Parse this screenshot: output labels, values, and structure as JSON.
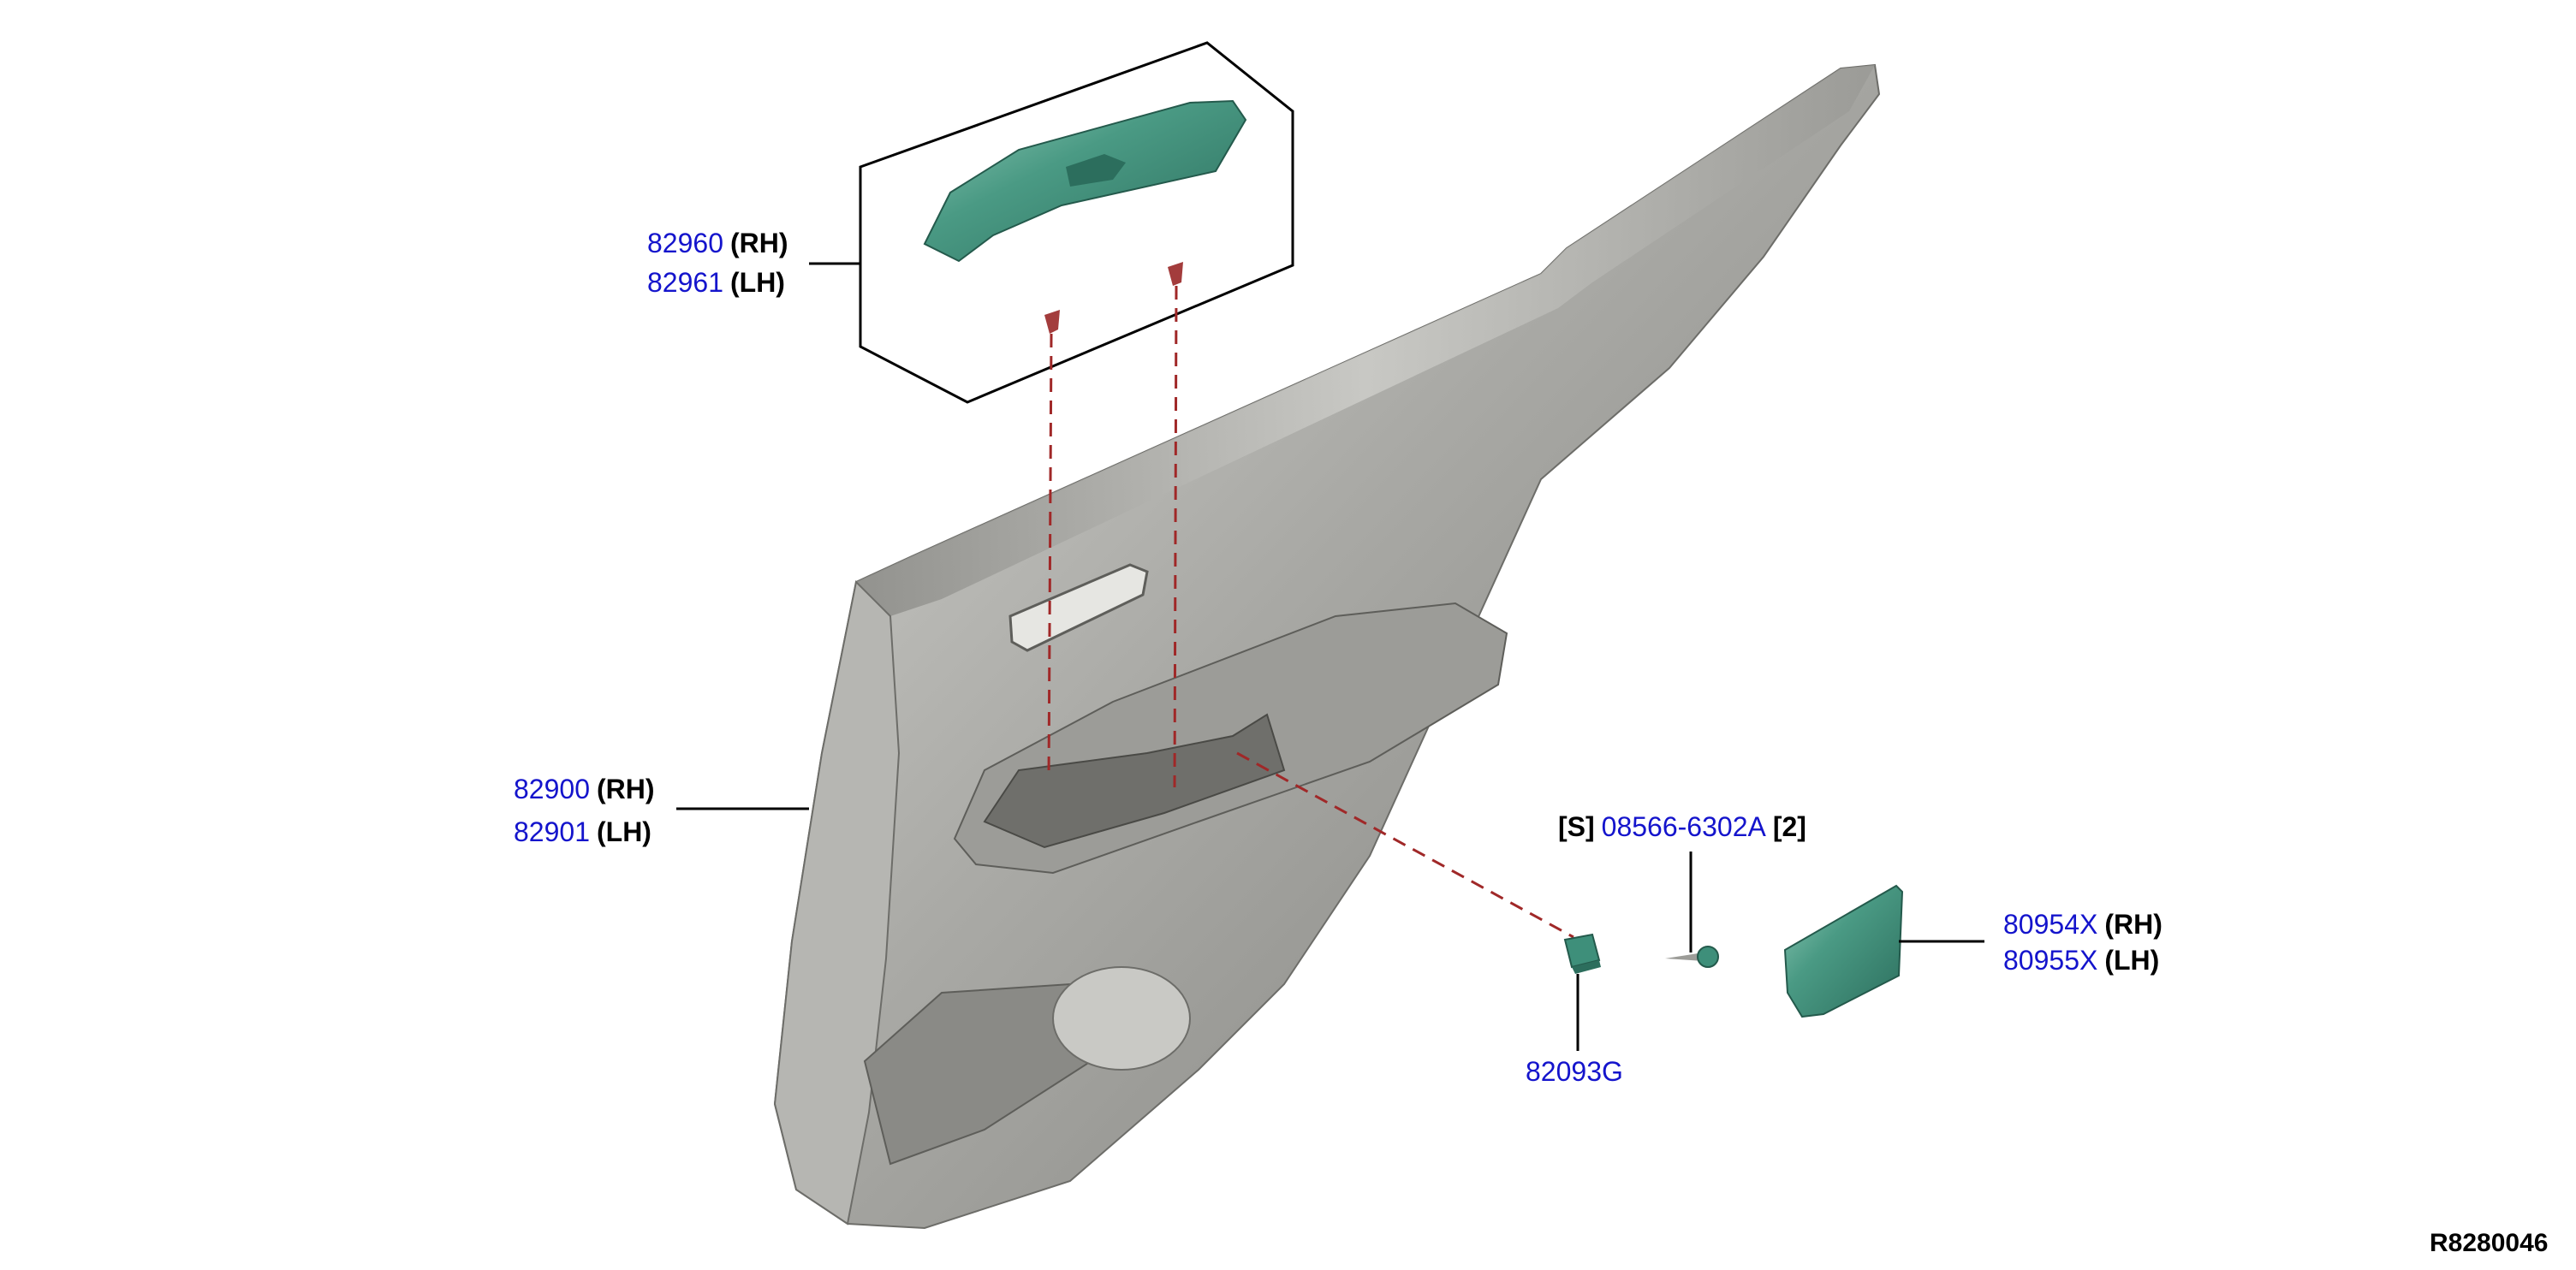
{
  "callouts": {
    "switch_finisher": {
      "rh_part": "82960",
      "rh_side": "(RH)",
      "lh_part": "82961",
      "lh_side": "(LH)"
    },
    "door_trim": {
      "rh_part": "82900",
      "rh_side": "(RH)",
      "lh_part": "82901",
      "lh_side": "(LH)"
    },
    "screw": {
      "prefix": "[S]",
      "part": "08566-6302A",
      "qty": "[2]"
    },
    "clip": {
      "part": "82093G"
    },
    "cover": {
      "rh_part": "80954X",
      "rh_side": "(RH)",
      "lh_part": "80955X",
      "lh_side": "(LH)"
    }
  },
  "diagram_ref": "R8280046",
  "colors": {
    "part_number": "#1414cc",
    "trim_gray": "#a8a8a4",
    "trim_shadow": "#7c7c78",
    "trim_light": "#cfcfcb",
    "finisher_teal": "#3e8f7a",
    "clip_red": "#a33c3c",
    "leader_dash": "#a02828"
  }
}
